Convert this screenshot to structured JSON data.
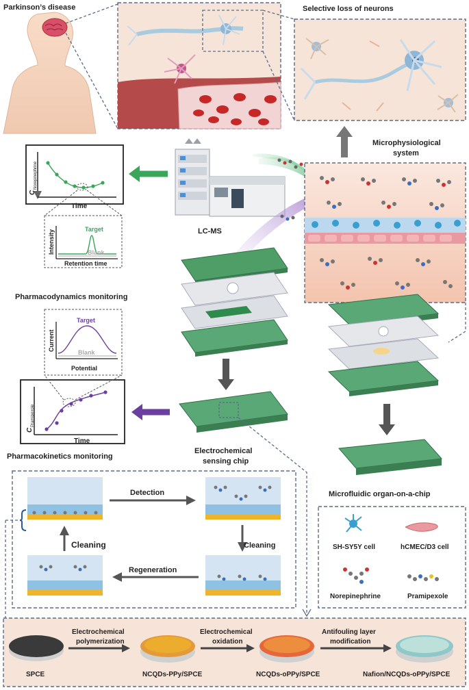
{
  "header": {
    "disease_title": "Parkinson’s disease",
    "neuron_loss_title": "Selective loss of neurons",
    "mps_title_line1": "Microphysiological",
    "mps_title_line2": "system"
  },
  "lcms": {
    "label": "LC-MS"
  },
  "pd_chart": {
    "y_label": "C",
    "y_sub": "Norepinephrine",
    "x_label": "Time",
    "inset_y_label": "Intensity",
    "inset_x_label": "Retention time",
    "target_label": "Target",
    "blank_label": "Blank",
    "section_title": "Pharmacodynamics monitoring"
  },
  "pk_chart": {
    "y_label": "C",
    "y_sub": "Pramipexole",
    "x_label": "Time",
    "inset_y_label": "Current",
    "inset_x_label": "Potential",
    "target_label": "Target",
    "blank_label": "Blank",
    "section_title": "Pharmacokinetics monitoring"
  },
  "sensing_chip": {
    "label_line1": "Electrochemical",
    "label_line2": "sensing chip"
  },
  "organ_chip": {
    "label": "Microfluidic organ-on-a-chip"
  },
  "cycle": {
    "detection": "Detection",
    "cleaning_right": "Cleaning",
    "cleaning_left": "Cleaning",
    "regeneration": "Regeneration"
  },
  "legend": {
    "sh_sy5y": "SH-SY5Y cell",
    "hcmec": "hCMEC/D3 cell",
    "norepinephrine": "Norepinephrine",
    "pramipexole": "Pramipexole"
  },
  "fabrication": {
    "step1_line1": "Electrochemical",
    "step1_line2": "polymerization",
    "step2_line1": "Electrochemical",
    "step2_line2": "oxidation",
    "step3_line1": "Antifouling layer",
    "step3_line2": "modification",
    "e1": "SPCE",
    "e2": "NCQDs-PPy/SPCE",
    "e3": "NCQDs-oPPy/SPCE",
    "e4": "Nafion/NCQDs-oPPy/SPCE"
  },
  "colors": {
    "green": "#3aa65a",
    "purple": "#6b3fa0",
    "dash": "#5a6a8a",
    "peach": "#f7e4d8",
    "gold": "#f0b429"
  }
}
